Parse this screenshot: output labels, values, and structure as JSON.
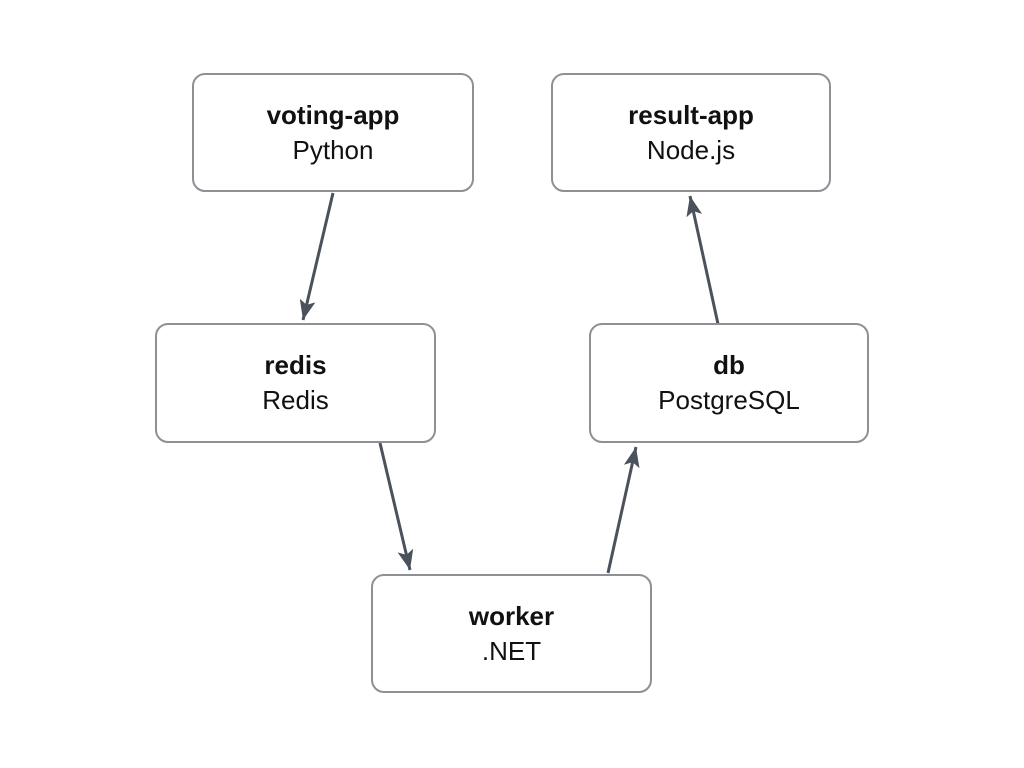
{
  "diagram": {
    "description": "Service architecture diagram of a voting application",
    "colors": {
      "background": "#ffffff",
      "node_fill": "#ffffff",
      "node_border": "#8d9196",
      "arrow": "#4b525c",
      "text": "#101113"
    },
    "nodes": [
      {
        "id": "voting-app",
        "name": "voting-app",
        "tech": "Python"
      },
      {
        "id": "result-app",
        "name": "result-app",
        "tech": "Node.js"
      },
      {
        "id": "redis",
        "name": "redis",
        "tech": "Redis"
      },
      {
        "id": "db",
        "name": "db",
        "tech": "PostgreSQL"
      },
      {
        "id": "worker",
        "name": "worker",
        "tech": ".NET"
      }
    ],
    "edges": [
      {
        "from": "voting-app",
        "to": "redis"
      },
      {
        "from": "redis",
        "to": "worker"
      },
      {
        "from": "worker",
        "to": "db"
      },
      {
        "from": "db",
        "to": "result-app"
      }
    ]
  }
}
